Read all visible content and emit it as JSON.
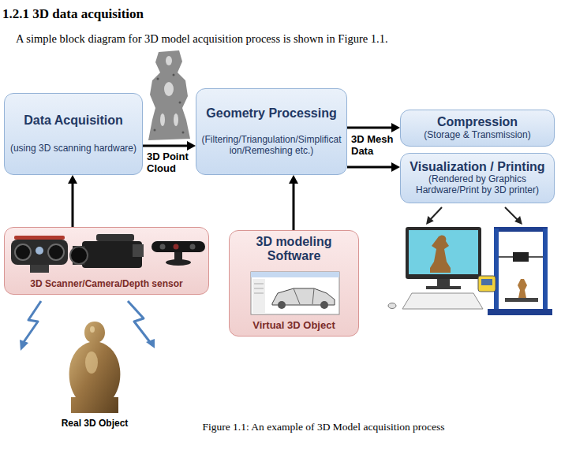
{
  "diagram": {
    "title": "1.2.1 3D data acquisition",
    "caption": "Figure 1.1: An example of 3D Model acquisition process",
    "nodes": [
      {
        "text": [
          "Data Acquisition",
          "(using 3D scanning hardware)"
        ]
      },
      {
        "text": [
          "Geometry Processing",
          "(Filtering/Triangulation/Simplification/Remeshing etc.)"
        ]
      },
      {
        "text": [
          "Compression",
          "(Storage & Transmission)"
        ]
      },
      {
        "text": [
          "Visualization / Printing",
          "(Rendered by Graphics Hardware/Print by 3D printer)"
        ]
      },
      {
        "text": [
          "3D Scanner/Camera/Depth sensor"
        ]
      },
      {
        "text": [
          "3D modeling Software",
          "Virtual 3D Object"
        ]
      }
    ],
    "edges": [
      {
        "from": 4,
        "to": 0,
        "arrow": "to"
      },
      {
        "from": 0,
        "to": 1,
        "arrow": "to",
        "label": "3D Point Cloud"
      },
      {
        "from": 5,
        "to": 1,
        "arrow": "to"
      },
      {
        "from": 1,
        "to": 2,
        "arrow": "to",
        "label": "3D Mesh Data"
      },
      {
        "from": 1,
        "to": 3,
        "arrow": "to"
      }
    ],
    "labels": [
      "A simple block diagram for 3D model acquisition process is shown in Figure 1.1.",
      "Real 3D Object"
    ]
  }
}
